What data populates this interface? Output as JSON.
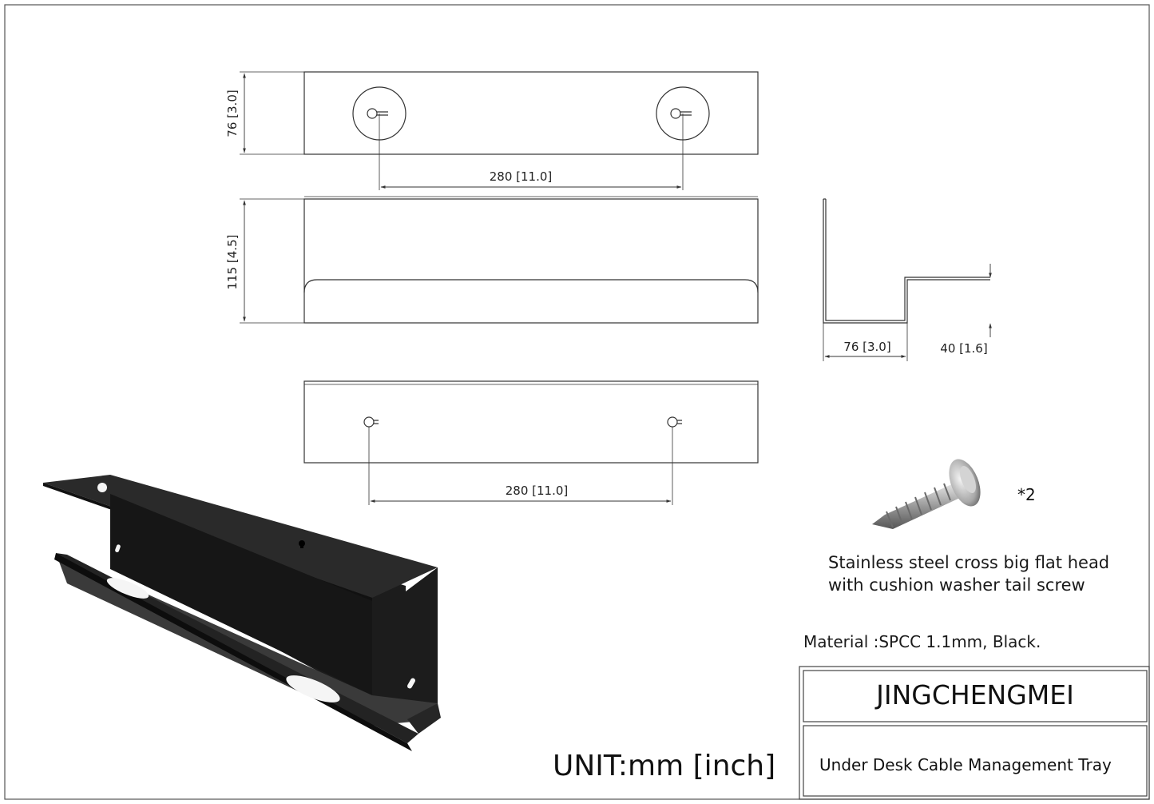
{
  "drawing": {
    "dimensions": {
      "top_height": "76 [3.0]",
      "top_spacing": "280 [11.0]",
      "front_height": "115 [4.5]",
      "side_depth": "76 [3.0]",
      "side_lip": "40 [1.6]",
      "bottom_spacing": "280 [11.0]"
    },
    "screw": {
      "quantity": "*2",
      "description_line1": "Stainless steel cross big flat head",
      "description_line2": "with cushion washer tail screw"
    },
    "material": "Material :SPCC 1.1mm,  Black.",
    "unit": "UNIT:mm [inch]",
    "title_block": {
      "brand": "JINGCHENGMEI",
      "product": "Under Desk Cable Management Tray"
    }
  }
}
